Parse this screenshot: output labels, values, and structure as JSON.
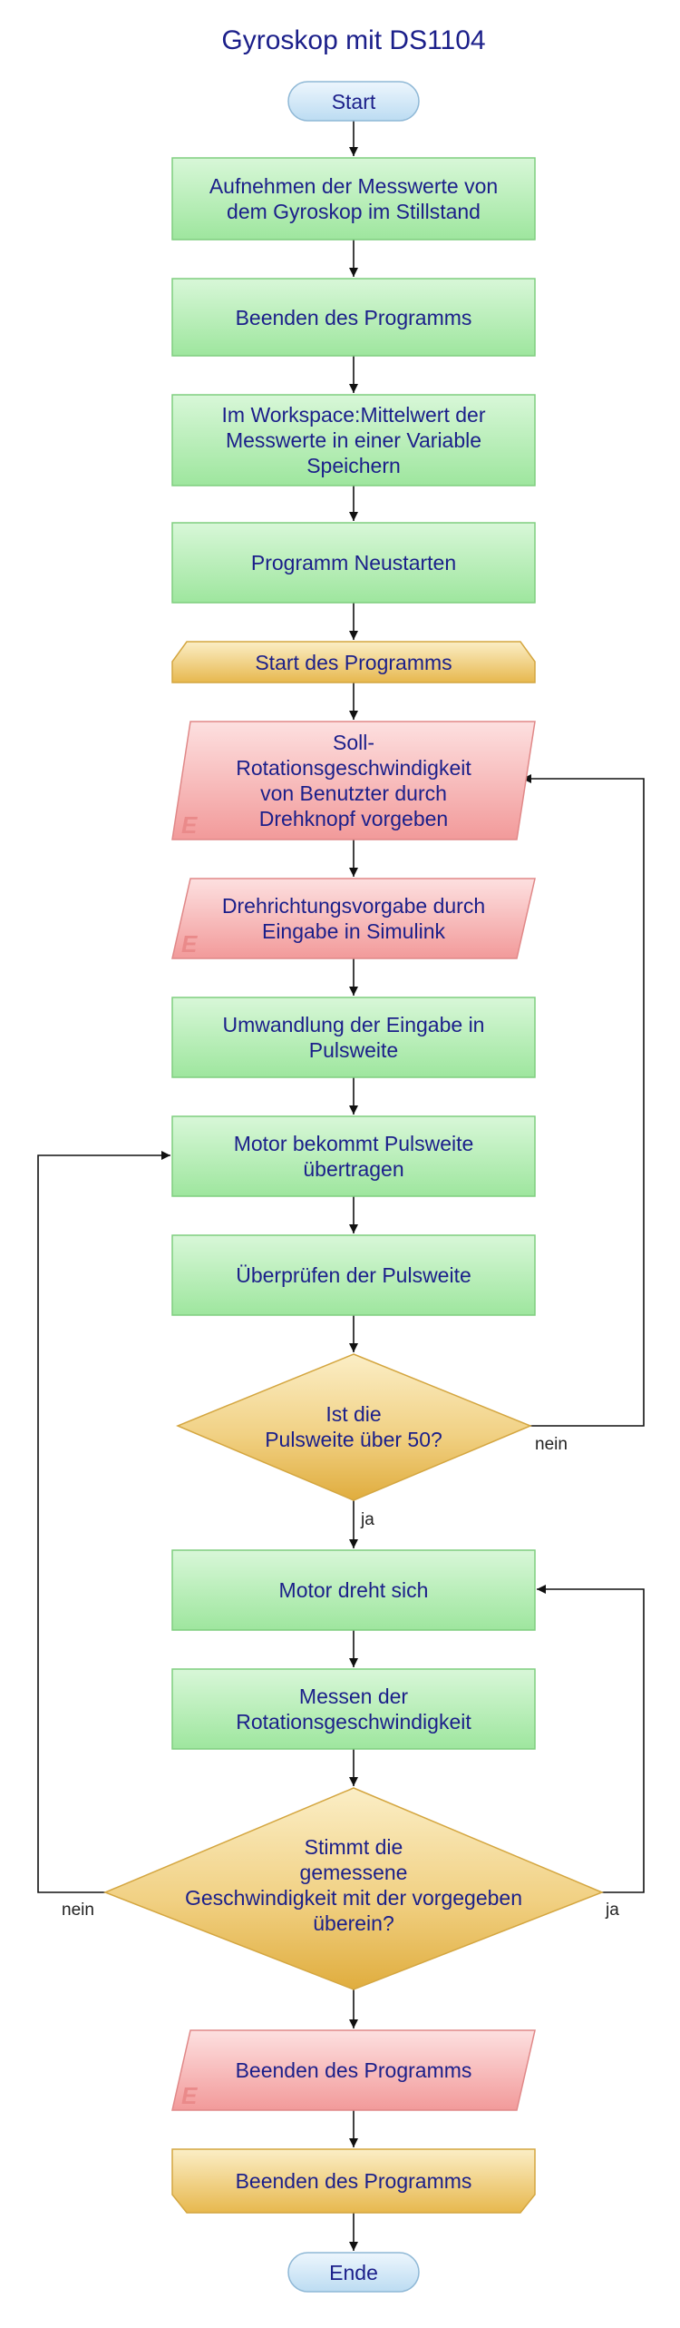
{
  "title": "Gyroskop mit DS1104",
  "nodes": {
    "start": "Start",
    "n1": "Aufnehmen der Messwerte von\ndem Gyroskop im Stillstand",
    "n2": "Beenden des Programms",
    "n3": "Im Workspace:Mittelwert der\nMesswerte in einer Variable\nSpeichern",
    "n4": "Programm Neustarten",
    "n5": "Start des Programms",
    "n6": "Soll-\nRotationsgeschwindigkeit\nvon Benutzter durch\nDrehknopf vorgeben",
    "n7": "Drehrichtungsvorgabe durch\nEingabe in Simulink",
    "n8": "Umwandlung der Eingabe in\nPulsweite",
    "n9": "Motor bekommt Pulsweite\nübertragen",
    "n10": "Überprüfen der Pulsweite",
    "d1": "Ist die\nPulsweite über 50?",
    "n11": "Motor dreht sich",
    "n12": "Messen der\nRotationsgeschwindigkeit",
    "d2": "Stimmt die\ngemessene\nGeschwindigkeit mit der vorgegeben\nüberein?",
    "n13": "Beenden des Programms",
    "n14": "Beenden des Programms",
    "end": "Ende"
  },
  "edge_labels": {
    "d1_no": "nein",
    "d1_yes": "ja",
    "d2_no": "nein",
    "d2_yes": "ja"
  },
  "io_marker": "E",
  "colors": {
    "text": "#1b1f8a",
    "process_fill": "#a9e9a9",
    "process_stroke": "#7fce7f",
    "input_fill": "#f6a6a6",
    "input_stroke": "#e08888",
    "gold_fill": "#f1d184",
    "gold_stroke": "#d4a640",
    "terminal_fill": "#cfe6f6",
    "terminal_stroke": "#8fb8d6"
  }
}
